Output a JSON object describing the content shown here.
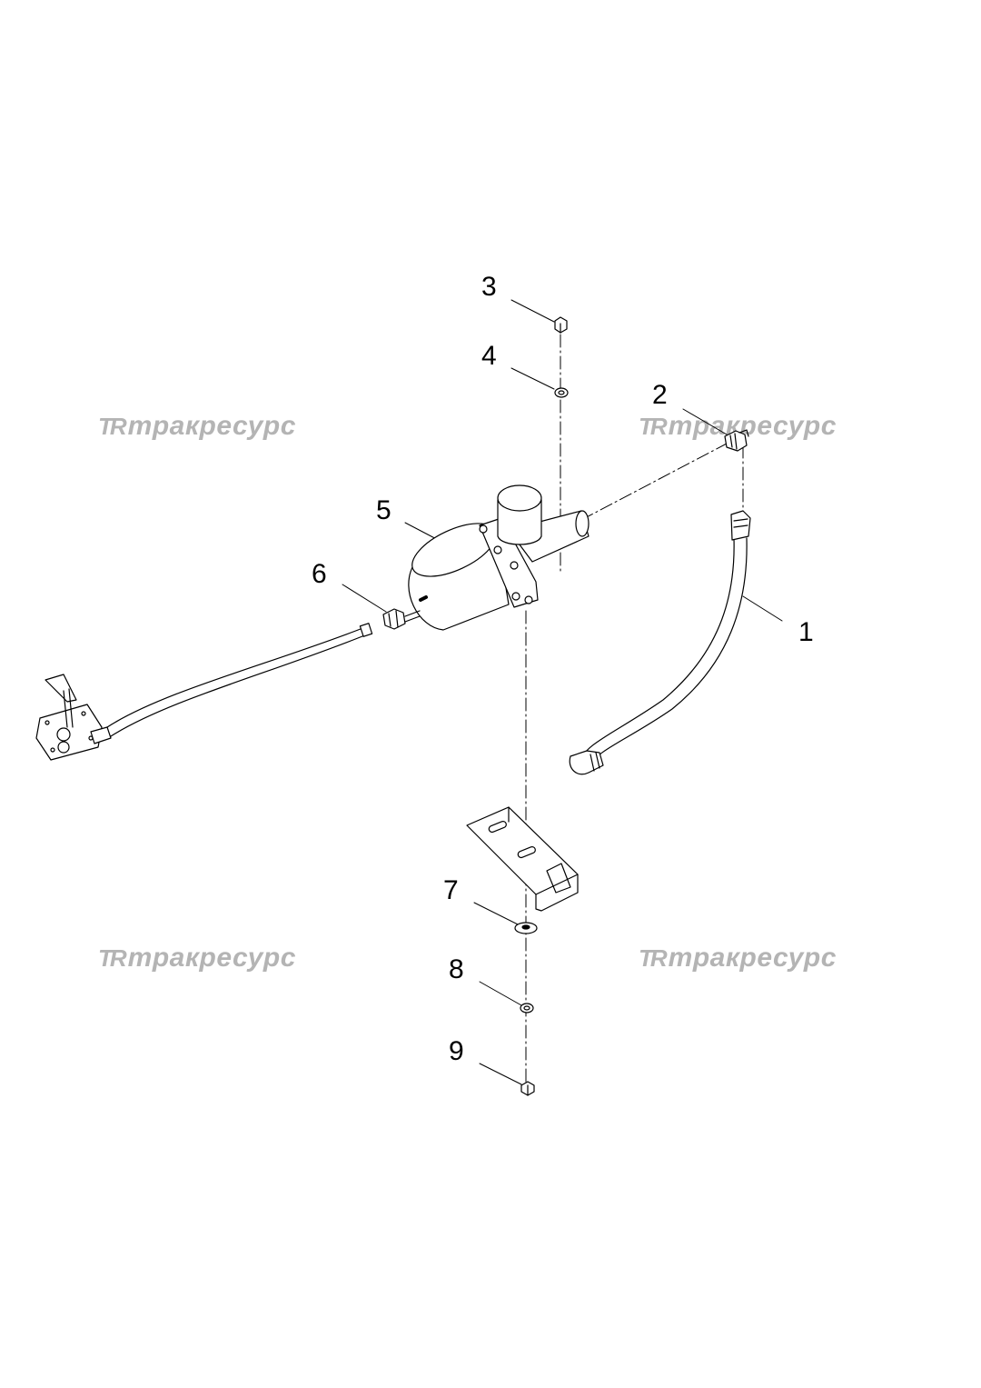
{
  "watermark": {
    "logo": "TR",
    "text": "тракресурс"
  },
  "callouts": [
    "1",
    "2",
    "3",
    "4",
    "5",
    "6",
    "7",
    "8",
    "9"
  ],
  "colors": {
    "line": "#000000",
    "watermark": "#b4b4b4",
    "background": "#ffffff"
  }
}
